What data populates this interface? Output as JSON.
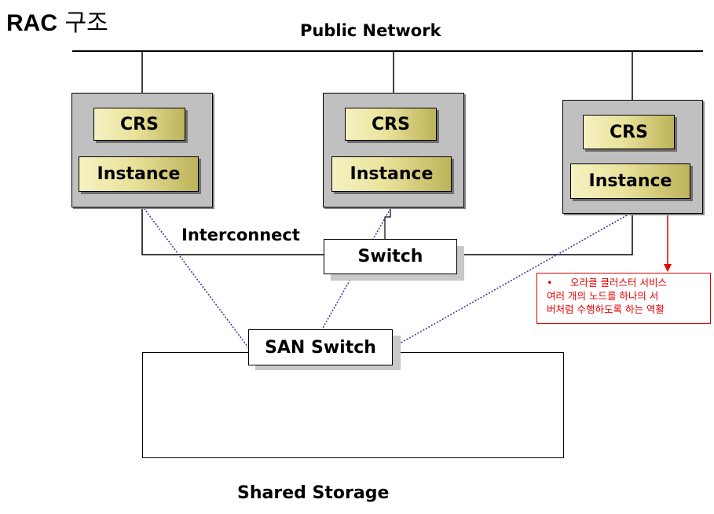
{
  "title": {
    "lat": "RAC",
    "kor": " 구조"
  },
  "labels": {
    "public_network": "Public Network",
    "interconnect": "Interconnect",
    "shared_storage": "Shared Storage"
  },
  "nodes": [
    {
      "crs": "CRS",
      "instance": "Instance"
    },
    {
      "crs": "CRS",
      "instance": "Instance"
    },
    {
      "crs": "CRS",
      "instance": "Instance"
    }
  ],
  "switch_label": "Switch",
  "san_switch_label": "SAN Switch",
  "callout": {
    "bullet": "•",
    "line1": "오라클 클러스터 서비스",
    "line2": "여러 개의 노드를 하나의 서",
    "line3": "버처럼 수행하도록 하는 역활"
  },
  "colors": {
    "node_gray": "#c0c0c0",
    "gold_light": "#f6f2c2",
    "gold_dark": "#bdb35a",
    "disk_fill": "#c0c0c0",
    "san_link": "#3a3aa0",
    "callout_red": "#e00000"
  }
}
